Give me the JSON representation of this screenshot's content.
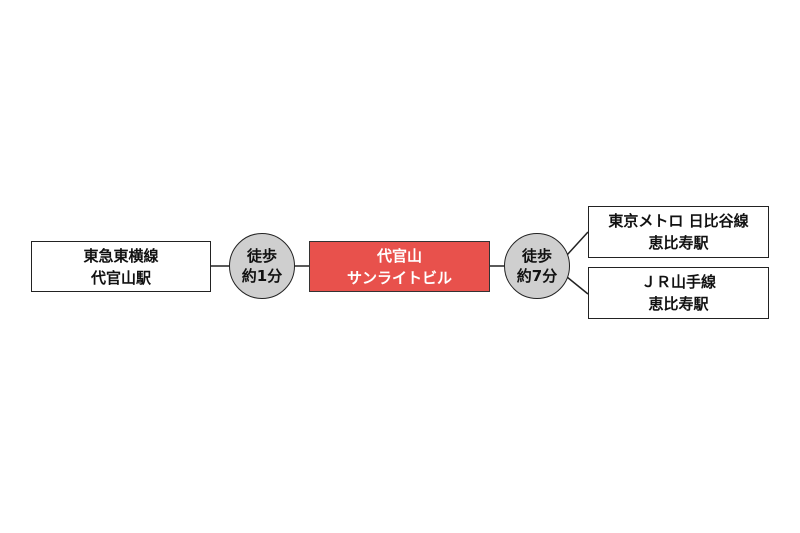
{
  "origin": {
    "line": "東急東横線",
    "station": "代官山駅"
  },
  "walk_to_destination": {
    "label": "徒歩",
    "time": "約1分"
  },
  "destination": {
    "line1": "代官山",
    "line2": "サンライトビル",
    "color": "#e8514c"
  },
  "walk_to_ebisu": {
    "label": "徒歩",
    "time": "約7分"
  },
  "ebisu_metro": {
    "line": "東京メトロ 日比谷線",
    "station": "恵比寿駅"
  },
  "ebisu_jr": {
    "line": "ＪＲ山手線",
    "station": "恵比寿駅"
  }
}
